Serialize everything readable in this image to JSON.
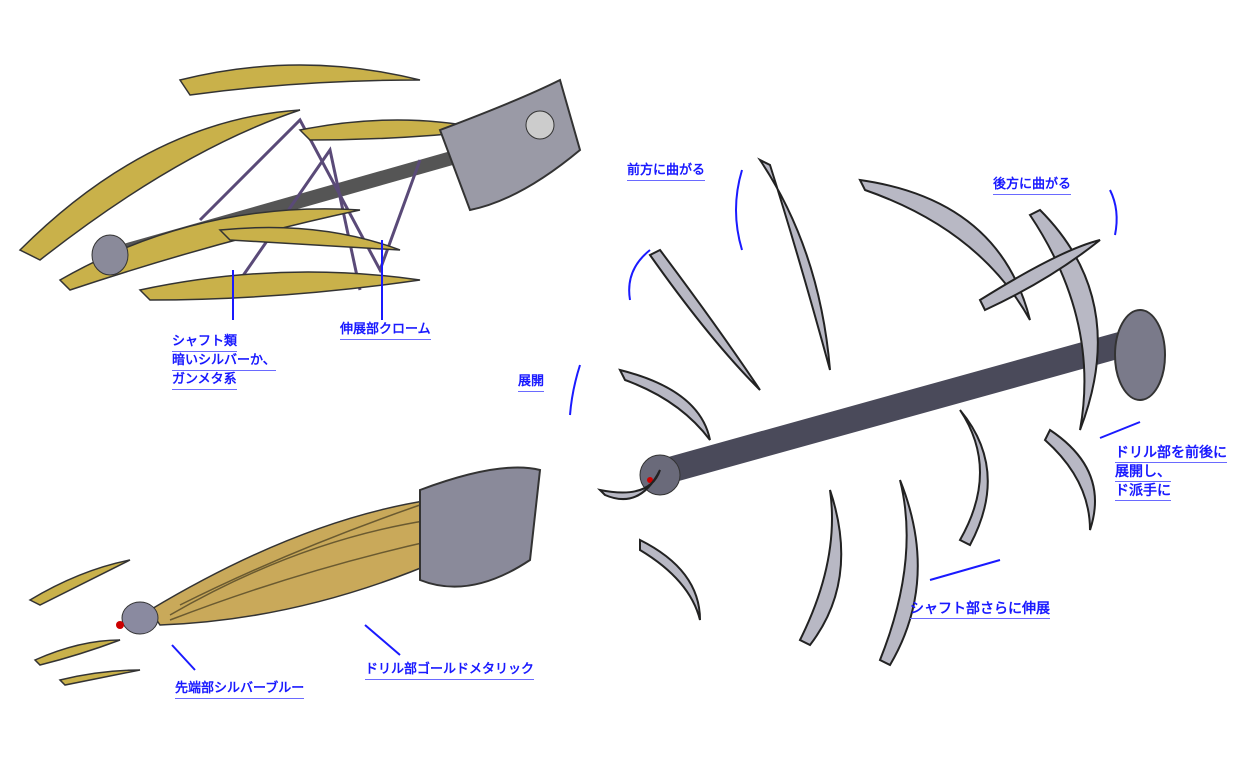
{
  "sheet": {
    "figures": [
      {
        "id": "drill-top-left",
        "description": "expanded drill with gold blades and purple chrome struts"
      },
      {
        "id": "drill-bottom-left",
        "description": "closed twisted gold drill"
      },
      {
        "id": "drill-right",
        "description": "fully deployed silver drill with curved blades"
      }
    ],
    "annotations": {
      "shaft": [
        "シャフト類",
        "暗いシルバーか、",
        "ガンメタ系"
      ],
      "extension_chrome": "伸展部クローム",
      "tip": "先端部シルバーブルー",
      "drill_gold": "ドリル部ゴールドメタリック",
      "bend_forward": "前方に曲がる",
      "bend_backward": "後方に曲がる",
      "deploy": "展開",
      "drill_flashy": [
        "ドリル部を前後に",
        "展開し、",
        "ド派手に"
      ],
      "shaft_extend": "シャフト部さらに伸展"
    },
    "colors": {
      "annotation": "#1a1aff",
      "gold": "#c9b14a",
      "silver": "#a8a8b8",
      "purple": "#5a4a78",
      "ink": "#222222"
    }
  }
}
